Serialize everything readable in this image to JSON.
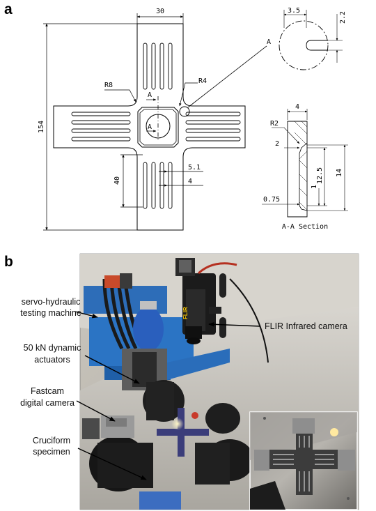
{
  "panel_a": {
    "letter": "a",
    "dims": {
      "arm_width": "30",
      "overall": "154",
      "fillet_outer": "R8",
      "fillet_inner": "R4",
      "section_marker": "A",
      "slot_length": "40",
      "slot_pitch": "5.1",
      "slot_width": "4",
      "detail_slot": "3.5",
      "detail_depth": "2.2",
      "detail_label": "A",
      "sec_width": "4",
      "sec_radius": "R2",
      "sec_a": "2",
      "sec_b": "12.5",
      "sec_c": "14",
      "sec_d": "1",
      "sec_e": "0.75"
    },
    "section_title": "A-A Section"
  },
  "panel_b": {
    "letter": "b",
    "labels": {
      "servo": [
        "servo-hydraulic",
        "testing machine"
      ],
      "actuators": [
        "50 kN dynamic",
        "actuators"
      ],
      "fastcam": [
        "Fastcam",
        "digital camera"
      ],
      "cruciform": [
        "Cruciform",
        "specimen"
      ],
      "flir": "FLIR Infrared camera"
    },
    "camera_brand": "FLIR"
  }
}
